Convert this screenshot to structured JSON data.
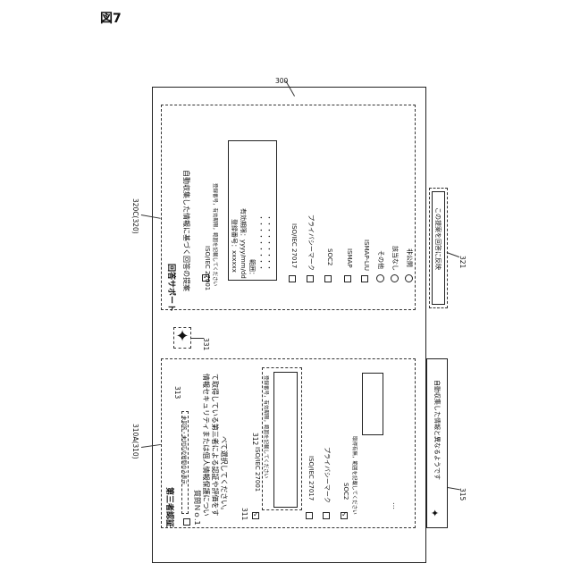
{
  "figure_label": "図7",
  "refs": {
    "main": "300",
    "left": "310A(310)",
    "right": "320C(320)",
    "r311": "311",
    "r312": "312",
    "r313": "313",
    "r315": "315",
    "r321": "321",
    "r331": "331"
  },
  "left_panel": {
    "title": "第三者認証",
    "filter_label": "未回答・未対応の質問のみ表示",
    "question_no": "質問Ｎｏ.1",
    "question_lines": [
      "情報セキュリティまたは個人情報保護につい",
      "て取得している第三者による認証や評価をす",
      "べて選択してください。"
    ],
    "options": [
      {
        "label": "ISO/IEC 27001",
        "checked": true,
        "hint": "登録番号，有効期限，範囲を記載してください"
      },
      {
        "label": "ISO/IEC 27017",
        "checked": false
      },
      {
        "label": "プライバシーマーク",
        "checked": false
      },
      {
        "label": "SOC2",
        "checked": true,
        "hint": "取得有無，範囲を記載してください"
      }
    ],
    "more": "…",
    "footer_text": "自動収集した情報と異なるようです"
  },
  "right_panel": {
    "title": "回答サポート",
    "subtitle": "自動収集した情報に基づく回答の提案",
    "main_option": {
      "label": "ISO/IEC 27001",
      "checked": true,
      "hint": "登録番号，有効期限，範囲を記載してください"
    },
    "textbox_lines": [
      "登録番号：xxxxxx",
      "有効期限：yyyy/mm/dd",
      "範囲：",
      "・・・・・・・・・",
      "・・・・・・・・・"
    ],
    "checkbox_options": [
      "ISO/IEC 27017",
      "プライバシーマーク",
      "SOC2",
      "ISMAP",
      "ISMAP-LIU"
    ],
    "radio_options": [
      "その他",
      "該当なし",
      "非公開"
    ],
    "apply_button": "この提案を回答に反映"
  }
}
